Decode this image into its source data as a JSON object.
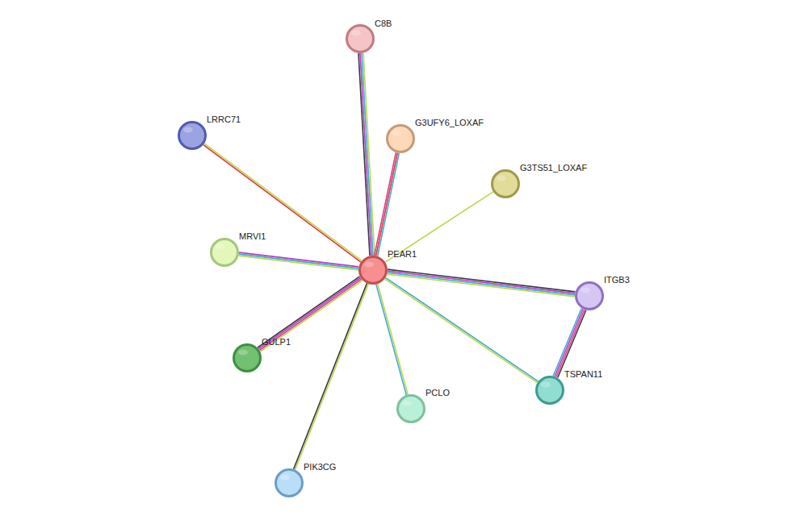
{
  "diagram": {
    "nodes": [
      {
        "text": [
          "C8B"
        ]
      },
      {
        "text": [
          "LRRC71"
        ]
      },
      {
        "text": [
          "G3UFY6_LOXAF"
        ]
      },
      {
        "text": [
          "G3TS51_LOXAF"
        ]
      },
      {
        "text": [
          "MRVI1"
        ]
      },
      {
        "text": [
          "PEAR1"
        ]
      },
      {
        "text": [
          "ITGB3"
        ]
      },
      {
        "text": [
          "GULP1"
        ]
      },
      {
        "text": [
          "TSPAN11"
        ]
      },
      {
        "text": [
          "PCLO"
        ]
      },
      {
        "text": [
          "PIK3CG"
        ]
      }
    ],
    "edges": [
      {
        "from": 5,
        "to": 0,
        "arrow": "none"
      },
      {
        "from": 5,
        "to": 1,
        "arrow": "none"
      },
      {
        "from": 5,
        "to": 2,
        "arrow": "none"
      },
      {
        "from": 5,
        "to": 3,
        "arrow": "none"
      },
      {
        "from": 5,
        "to": 4,
        "arrow": "none"
      },
      {
        "from": 5,
        "to": 6,
        "arrow": "none"
      },
      {
        "from": 5,
        "to": 7,
        "arrow": "none"
      },
      {
        "from": 5,
        "to": 8,
        "arrow": "none"
      },
      {
        "from": 5,
        "to": 9,
        "arrow": "none"
      },
      {
        "from": 5,
        "to": 10,
        "arrow": "none"
      },
      {
        "from": 6,
        "to": 8,
        "arrow": "none"
      }
    ]
  }
}
